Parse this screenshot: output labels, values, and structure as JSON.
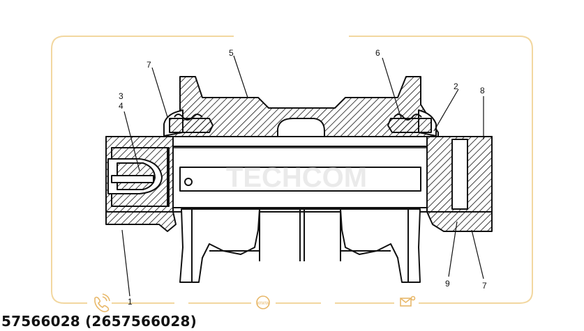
{
  "diagram": {
    "callouts": {
      "c1": "1",
      "c2": "2",
      "c3": "3",
      "c4": "4",
      "c5": "5",
      "c6": "6",
      "c7_top": "7",
      "c7_bottom": "7",
      "c8": "8",
      "c9": "9"
    },
    "watermark": {
      "brand": "TECHCOM"
    },
    "frame_color": "#f2d7a0",
    "icons": [
      "phone-icon",
      "www-icon",
      "mail-icon"
    ]
  },
  "caption": {
    "part_number": "57566028 (2657566028)"
  }
}
